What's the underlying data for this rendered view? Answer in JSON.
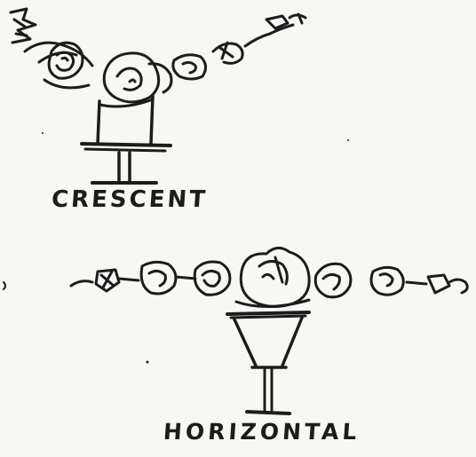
{
  "labels": {
    "crescent": "CRESCENT",
    "horizontal": "HORIZONTAL"
  },
  "figures": [
    {
      "name": "crescent-arrangement",
      "items": [
        "flowers",
        "vase"
      ]
    },
    {
      "name": "horizontal-arrangement",
      "items": [
        "flowers",
        "compote"
      ]
    }
  ],
  "colors": {
    "ink": "#1c1c1c",
    "paper": "#f7f7f4"
  }
}
